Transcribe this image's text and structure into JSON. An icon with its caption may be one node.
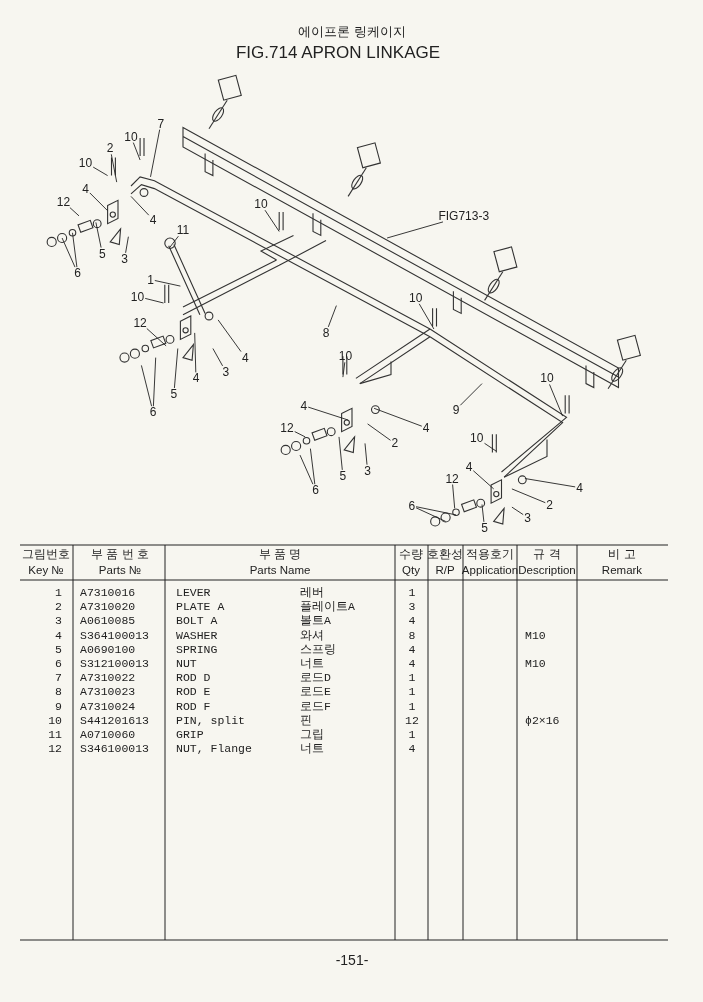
{
  "diagram": {
    "title": "FIG.714 APRON LINKAGE",
    "nodes": [
      {
        "text": [
          "7"
        ]
      },
      {
        "text": [
          "10"
        ]
      },
      {
        "text": [
          "2"
        ]
      },
      {
        "text": [
          "10"
        ]
      },
      {
        "text": [
          "4"
        ]
      },
      {
        "text": [
          "12"
        ]
      },
      {
        "text": [
          "4"
        ]
      },
      {
        "text": [
          "5"
        ]
      },
      {
        "text": [
          "3"
        ]
      },
      {
        "text": [
          "6"
        ]
      },
      {
        "text": [
          "FIG713-3"
        ]
      },
      {
        "text": [
          "10"
        ]
      },
      {
        "text": [
          "11"
        ]
      },
      {
        "text": [
          "1"
        ]
      },
      {
        "text": [
          "10"
        ]
      },
      {
        "text": [
          "12"
        ]
      },
      {
        "text": [
          "8"
        ]
      },
      {
        "text": [
          "10"
        ]
      },
      {
        "text": [
          "4"
        ]
      },
      {
        "text": [
          "3"
        ]
      },
      {
        "text": [
          "4"
        ]
      },
      {
        "text": [
          "5"
        ]
      },
      {
        "text": [
          "6"
        ]
      },
      {
        "text": [
          "10"
        ]
      },
      {
        "text": [
          "4"
        ]
      },
      {
        "text": [
          "12"
        ]
      },
      {
        "text": [
          "9"
        ]
      },
      {
        "text": [
          "4"
        ]
      },
      {
        "text": [
          "2"
        ]
      },
      {
        "text": [
          "3"
        ]
      },
      {
        "text": [
          "5"
        ]
      },
      {
        "text": [
          "6"
        ]
      },
      {
        "text": [
          "10"
        ]
      },
      {
        "text": [
          "10"
        ]
      },
      {
        "text": [
          "4"
        ]
      },
      {
        "text": [
          "12"
        ]
      },
      {
        "text": [
          "4"
        ]
      },
      {
        "text": [
          "2"
        ]
      },
      {
        "text": [
          "6"
        ]
      },
      {
        "text": [
          "3"
        ]
      },
      {
        "text": [
          "5"
        ]
      }
    ],
    "edges": [
      {
        "from": 0,
        "to": null,
        "arrow": "none"
      },
      {
        "from": 1,
        "to": null,
        "arrow": "none"
      },
      {
        "from": 2,
        "to": null,
        "arrow": "none"
      },
      {
        "from": 3,
        "to": null,
        "arrow": "none"
      },
      {
        "from": 4,
        "to": null,
        "arrow": "none"
      },
      {
        "from": 5,
        "to": null,
        "arrow": "none"
      },
      {
        "from": 6,
        "to": null,
        "arrow": "none"
      },
      {
        "from": 7,
        "to": null,
        "arrow": "none"
      },
      {
        "from": 8,
        "to": null,
        "arrow": "none"
      },
      {
        "from": 9,
        "to": null,
        "arrow": "none"
      },
      {
        "from": 9,
        "to": null,
        "arrow": "none"
      },
      {
        "from": 10,
        "to": null,
        "arrow": "none"
      },
      {
        "from": 11,
        "to": null,
        "arrow": "none"
      },
      {
        "from": 12,
        "to": null,
        "arrow": "none"
      },
      {
        "from": 13,
        "to": null,
        "arrow": "none"
      },
      {
        "from": 14,
        "to": null,
        "arrow": "none"
      },
      {
        "from": 15,
        "to": null,
        "arrow": "none"
      },
      {
        "from": 16,
        "to": null,
        "arrow": "none"
      },
      {
        "from": 17,
        "to": null,
        "arrow": "none"
      },
      {
        "from": 18,
        "to": null,
        "arrow": "none"
      },
      {
        "from": 19,
        "to": null,
        "arrow": "none"
      },
      {
        "from": 20,
        "to": null,
        "arrow": "none"
      },
      {
        "from": 21,
        "to": null,
        "arrow": "none"
      },
      {
        "from": 22,
        "to": null,
        "arrow": "none"
      },
      {
        "from": 22,
        "to": null,
        "arrow": "none"
      },
      {
        "from": 23,
        "to": null,
        "arrow": "none"
      },
      {
        "from": 24,
        "to": null,
        "arrow": "none"
      },
      {
        "from": 25,
        "to": null,
        "arrow": "none"
      },
      {
        "from": 26,
        "to": null,
        "arrow": "none"
      },
      {
        "from": 27,
        "to": null,
        "arrow": "none"
      },
      {
        "from": 28,
        "to": null,
        "arrow": "none"
      },
      {
        "from": 29,
        "to": null,
        "arrow": "none"
      },
      {
        "from": 30,
        "to": null,
        "arrow": "none"
      },
      {
        "from": 31,
        "to": null,
        "arrow": "none"
      },
      {
        "from": 31,
        "to": null,
        "arrow": "none"
      },
      {
        "from": 32,
        "to": null,
        "arrow": "none"
      },
      {
        "from": 33,
        "to": null,
        "arrow": "none"
      },
      {
        "from": 34,
        "to": null,
        "arrow": "none"
      },
      {
        "from": 35,
        "to": null,
        "arrow": "none"
      },
      {
        "from": 36,
        "to": null,
        "arrow": "none"
      },
      {
        "from": 37,
        "to": null,
        "arrow": "none"
      },
      {
        "from": 38,
        "to": null,
        "arrow": "none"
      },
      {
        "from": 38,
        "to": null,
        "arrow": "none"
      },
      {
        "from": 39,
        "to": null,
        "arrow": "none"
      },
      {
        "from": 40,
        "to": null,
        "arrow": "none"
      }
    ],
    "labels": [
      "에이프론 링케이지",
      "그림번호",
      "Key №",
      "부 품 번 호",
      "Parts №",
      "부 품 명",
      "Parts Name",
      "수량",
      "Qty",
      "호환성",
      "R/P",
      "적용호기",
      "Application",
      "규 격",
      "Description",
      "비 고",
      "Remark",
      "1",
      "A7310016",
      "LEVER",
      "레버",
      "1",
      "2",
      "A7310020",
      "PLATE A",
      "플레이트A",
      "3",
      "3",
      "A0610085",
      "BOLT A",
      "볼트A",
      "4",
      "4",
      "S364100013",
      "WASHER",
      "와셔",
      "8",
      "M10",
      "5",
      "A0690100",
      "SPRING",
      "스프링",
      "4",
      "6",
      "S312100013",
      "NUT",
      "너트",
      "4",
      "M10",
      "7",
      "A7310022",
      "ROD D",
      "로드D",
      "1",
      "8",
      "A7310023",
      "ROD E",
      "로드E",
      "1",
      "9",
      "A7310024",
      "ROD F",
      "로드F",
      "1",
      "10",
      "S441201613",
      "PIN, split",
      "핀",
      "12",
      "ϕ2×16",
      "11",
      "A0710060",
      "GRIP",
      "그립",
      "1",
      "12",
      "S346100013",
      "NUT, Flange",
      "너트",
      "4",
      "-151-"
    ]
  }
}
